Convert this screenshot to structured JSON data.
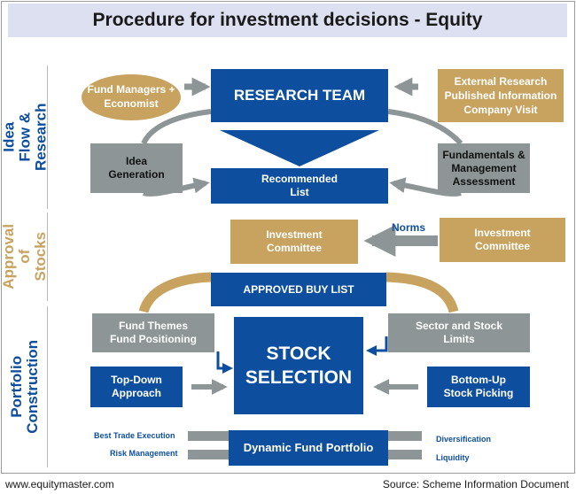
{
  "title": "Procedure for investment decisions - Equity",
  "sections": {
    "idea_flow": "Idea Flow &\nResearch",
    "approval": "Approval\nof Stocks",
    "portfolio": "Portfolio\nConstruction"
  },
  "research": {
    "fund_managers": "Fund Managers +\nEconomist",
    "research_team": "RESEARCH TEAM",
    "external": "External Research\nPublished Information\nCompany Visit",
    "idea_generation": "Idea\nGeneration",
    "recommended_list": "Recommended\nList",
    "fundamentals": "Fundamentals &\nManagement\nAssessment"
  },
  "approval": {
    "investment_committee_left": "Investment\nCommittee",
    "norms": "Norms",
    "investment_committee_right": "Investment\nCommittee",
    "approved_buy_list": "APPROVED BUY LIST"
  },
  "portfolio": {
    "fund_themes": "Fund Themes\nFund Positioning",
    "sector_stock_limits": "Sector and Stock\nLimits",
    "stock_selection": "STOCK\nSELECTION",
    "top_down": "Top-Down\nApproach",
    "bottom_up": "Bottom-Up\nStock Picking",
    "dynamic_fund_portfolio": "Dynamic Fund Portfolio",
    "best_trade": "Best Trade  Execution",
    "risk_management": "Risk Management",
    "diversification": "Diversification",
    "liquidity": "Liquidity"
  },
  "footer": {
    "website": "www.equitymaster.com",
    "source": "Source: Scheme Information Document"
  },
  "colors": {
    "blue": "#0d4f9e",
    "tan": "#c8a35f",
    "grey": "#8d9596",
    "title_bg": "#dde0f0"
  }
}
